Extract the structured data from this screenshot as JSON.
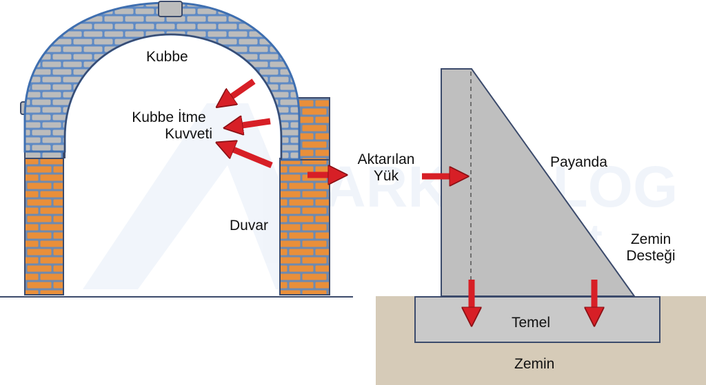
{
  "labels": {
    "kubbe": "Kubbe",
    "kubbe_itme_line1": "Kubbe İtme",
    "kubbe_itme_line2": "Kuvveti",
    "duvar": "Duvar",
    "aktarilan_line1": "Aktarılan",
    "aktarilan_line2": "Yük",
    "payanda": "Payanda",
    "zemin_destegi_line1": "Zemin",
    "zemin_destegi_line2": "Desteği",
    "temel": "Temel",
    "zemin": "Zemin"
  },
  "watermark": {
    "line1": "ARKIDOLOG",
    "line2": ".net"
  },
  "colors": {
    "brick": "#e98f3a",
    "mortar": "#8fa8c8",
    "arch_stone": "#bcbcbc",
    "arch_outline": "#3f6fb0",
    "buttress": "#bfbfbf",
    "foundation": "#c9c9c9",
    "ground": "#d6cbb8",
    "arrow": "#d71f26"
  }
}
